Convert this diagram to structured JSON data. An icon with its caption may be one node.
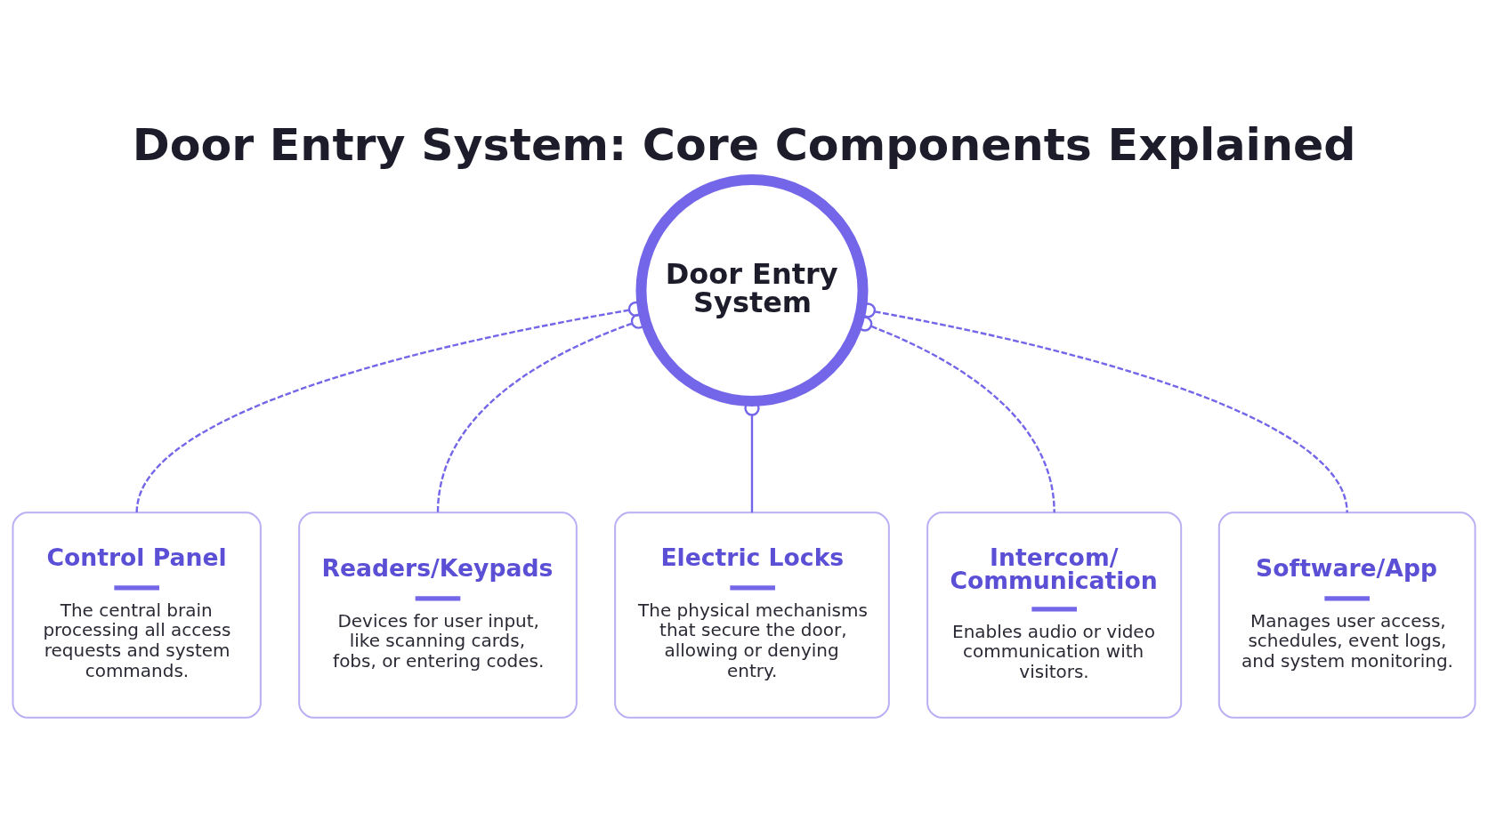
{
  "diagram": {
    "title": "Door Entry System: Core Components Explained",
    "nodes": [
      {
        "text": [
          "Door Entry System"
        ]
      },
      {
        "text": [
          "Control Panel",
          "The central brain processing all access requests and system commands."
        ]
      },
      {
        "text": [
          "Readers/Keypads",
          "Devices for user input, like scanning cards, fobs, or entering codes."
        ]
      },
      {
        "text": [
          "Electric Locks",
          "The physical mechanisms that secure the door, allowing or denying entry."
        ]
      },
      {
        "text": [
          "Intercom/ Communication",
          "Enables audio or video communication with visitors."
        ]
      },
      {
        "text": [
          "Software/App",
          "Manages user access, schedules, event logs, and system monitoring."
        ]
      }
    ],
    "edges": [
      {
        "from": 0,
        "to": 1,
        "arrow": "other",
        "style": "dashed"
      },
      {
        "from": 0,
        "to": 2,
        "arrow": "other",
        "style": "dashed"
      },
      {
        "from": 0,
        "to": 3,
        "arrow": "other"
      },
      {
        "from": 0,
        "to": 4,
        "arrow": "other",
        "style": "dashed"
      },
      {
        "from": 0,
        "to": 5,
        "arrow": "other",
        "style": "dashed"
      }
    ]
  }
}
